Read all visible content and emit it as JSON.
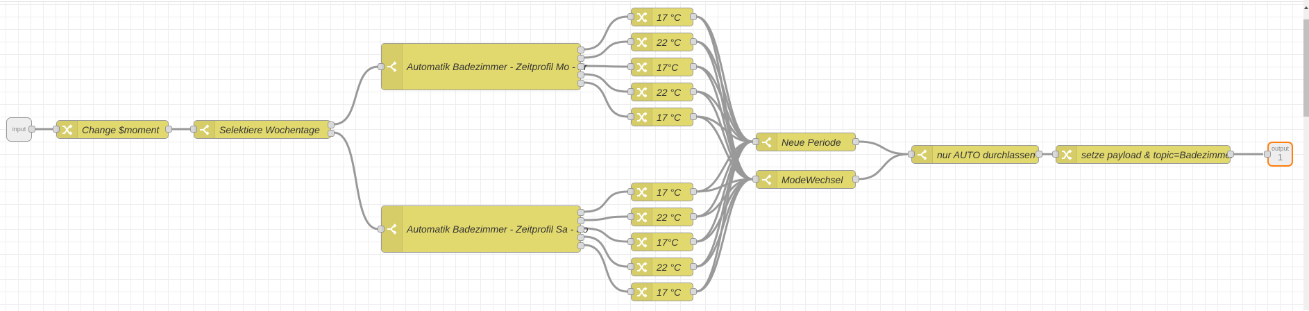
{
  "canvas": {
    "grid_color": "#eeeeee",
    "wire_color": "#999999",
    "node_color": "#e2d96e",
    "output_border_color": "#ff7f0e"
  },
  "nodes": {
    "input": {
      "label": "input",
      "type": "link-in"
    },
    "change_moment": {
      "label": "Change $moment",
      "type": "change",
      "icon": "shuffle-icon"
    },
    "selektiere": {
      "label": "Selektiere Wochentage",
      "type": "switch",
      "icon": "switch-icon"
    },
    "profil_mofr": {
      "label": "Automatik Badezimmer - Zeitprofil Mo - Fr",
      "type": "switch",
      "icon": "switch-icon",
      "outputs": 5
    },
    "profil_saso": {
      "label": "Automatik Badezimmer - Zeitprofil Sa - So",
      "type": "switch",
      "icon": "switch-icon",
      "outputs": 5
    },
    "temps_top": [
      {
        "label": "17 °C"
      },
      {
        "label": "22 °C"
      },
      {
        "label": "17°C"
      },
      {
        "label": "22 °C"
      },
      {
        "label": "17 °C"
      }
    ],
    "temps_bottom": [
      {
        "label": "17 °C"
      },
      {
        "label": "22 °C"
      },
      {
        "label": "17°C"
      },
      {
        "label": "22 °C"
      },
      {
        "label": "17 °C"
      }
    ],
    "neue_periode": {
      "label": "Neue Periode",
      "type": "switch",
      "icon": "switch-icon"
    },
    "modewechsel": {
      "label": "ModeWechsel",
      "type": "switch",
      "icon": "switch-icon"
    },
    "nur_auto": {
      "label": "nur AUTO durchlassen",
      "type": "switch",
      "icon": "switch-icon"
    },
    "setze_payload": {
      "label": "setze payload & topic=Badezimmer",
      "type": "change",
      "icon": "shuffle-icon"
    },
    "output": {
      "label": "output",
      "number": "1",
      "type": "link-out"
    }
  }
}
